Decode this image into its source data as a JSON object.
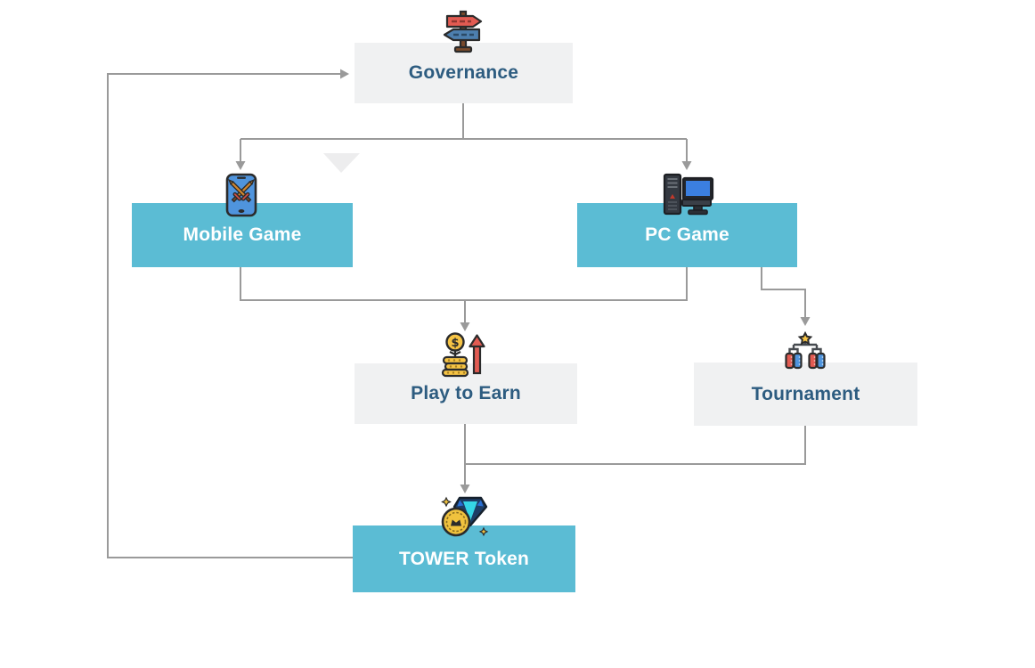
{
  "diagram": {
    "title": "TOWER Token ecosystem flowchart",
    "colors": {
      "teal_box": "#5bbcd4",
      "light_box": "#f0f1f2",
      "connector_gray": "#9a9a9a",
      "label_blue": "#2d5c80",
      "label_white": "#ffffff",
      "background": "#ffffff"
    },
    "nodes": [
      {
        "id": "governance",
        "label": "Governance",
        "icon": "signpost-icon",
        "variant": "light"
      },
      {
        "id": "mobile-game",
        "label": "Mobile Game",
        "icon": "mobile-swords-icon",
        "variant": "teal"
      },
      {
        "id": "pc-game",
        "label": "PC Game",
        "icon": "desktop-computer-icon",
        "variant": "teal"
      },
      {
        "id": "play-to-earn",
        "label": "Play to Earn",
        "icon": "coins-growth-icon",
        "variant": "light"
      },
      {
        "id": "tournament",
        "label": "Tournament",
        "icon": "tournament-bracket-icon",
        "variant": "light"
      },
      {
        "id": "tower-token",
        "label": "TOWER Token",
        "icon": "token-gem-icon",
        "variant": "teal"
      }
    ],
    "edges": [
      {
        "from": "governance",
        "to": "mobile-game"
      },
      {
        "from": "governance",
        "to": "pc-game"
      },
      {
        "from": "mobile-game",
        "to": "play-to-earn"
      },
      {
        "from": "pc-game",
        "to": "play-to-earn"
      },
      {
        "from": "pc-game",
        "to": "tournament"
      },
      {
        "from": "play-to-earn",
        "to": "tower-token"
      },
      {
        "from": "tournament",
        "to": "tower-token"
      },
      {
        "from": "tower-token",
        "to": "governance"
      }
    ]
  }
}
